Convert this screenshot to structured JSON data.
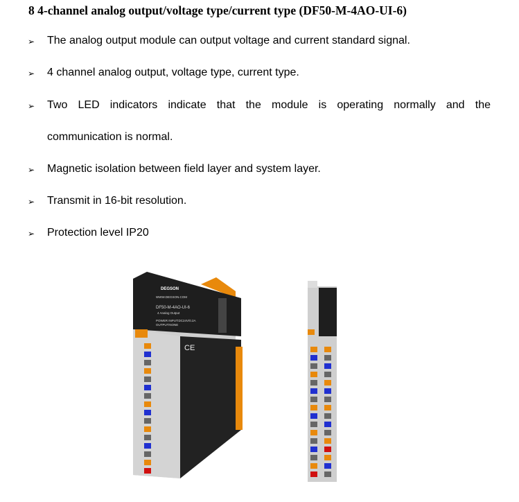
{
  "title": "8 4-channel analog output/voltage type/current type (DF50-M-4AO-UI-6)",
  "bullets": [
    "The analog output module can output voltage and current standard signal.",
    "4 channel analog output, voltage type, current type.",
    "Two LED indicators indicate that the module is operating normally and the",
    "Magnetic isolation between field layer and system layer.",
    "Transmit in 16-bit resolution.",
    "Protection level IP20"
  ],
  "bullet3_continuation": "communication is normal.",
  "bullet_glyph": "➢",
  "product_label": {
    "brand": "DEGSON",
    "url": "WWW.DEGSON.COM",
    "model": "DF50-M-4AO-UI-6",
    "desc": "4 Analog Output",
    "power": "POWER INPUT:DC24V/0.2A",
    "output": "OUTPUT:NONE",
    "ce": "CE"
  },
  "colors": {
    "housing": "#1e1e1e",
    "orange": "#e8890c",
    "terminal": "#c9c9c9",
    "blue": "#2030d0",
    "red": "#d01010"
  }
}
